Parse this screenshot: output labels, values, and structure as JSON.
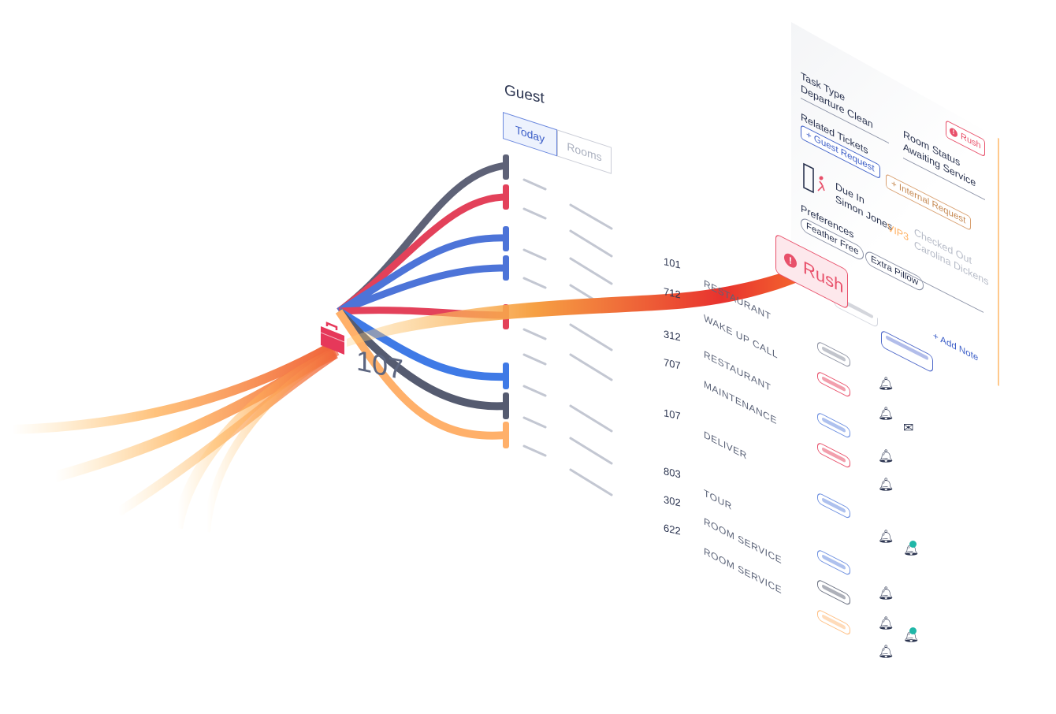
{
  "colors": {
    "rush_red": "#e8506a",
    "accent_blue": "#3d5fc8",
    "accent_orange": "#ffb061",
    "text_dark": "#2b3450",
    "badge_teal": "#20b7a8"
  },
  "hub": {
    "icon": "suitcase-icon",
    "count": "107"
  },
  "guest_panel": {
    "title": "Guest",
    "tabs": [
      {
        "label": "Today",
        "active": true
      },
      {
        "label": "Rooms",
        "active": false
      }
    ]
  },
  "rooms": [
    "101",
    "712",
    "312",
    "707",
    "107",
    "803",
    "302",
    "622"
  ],
  "task_types": [
    "RESTAURANT",
    "WAKE UP CALL",
    "RESTAURANT",
    "MAINTENANCE",
    "DELIVER",
    "TOUR",
    "ROOM SERVICE",
    "ROOM SERVICE"
  ],
  "task_card": {
    "task_type_label": "Task Type",
    "task_type_value": "Departure Clean",
    "rush_label": "Rush",
    "related_tickets_label": "Related Tickets",
    "guest_request_button": "+ Guest Request",
    "room_status_label": "Room Status",
    "room_status_value": "Awaiting Service",
    "due_in_label": "Due In",
    "guest_name": "Simon Jones",
    "vip_badge": "VIP3",
    "internal_request_button": "+ Internal Request",
    "checked_out_label": "Checked Out",
    "checked_out_guest": "Carolina Dickens",
    "preferences_label": "Preferences",
    "preference_chips": [
      "Feather Free",
      "Extra Pillow"
    ],
    "add_note_button": "+ Add Note",
    "rush_overlay_label": "Rush"
  }
}
